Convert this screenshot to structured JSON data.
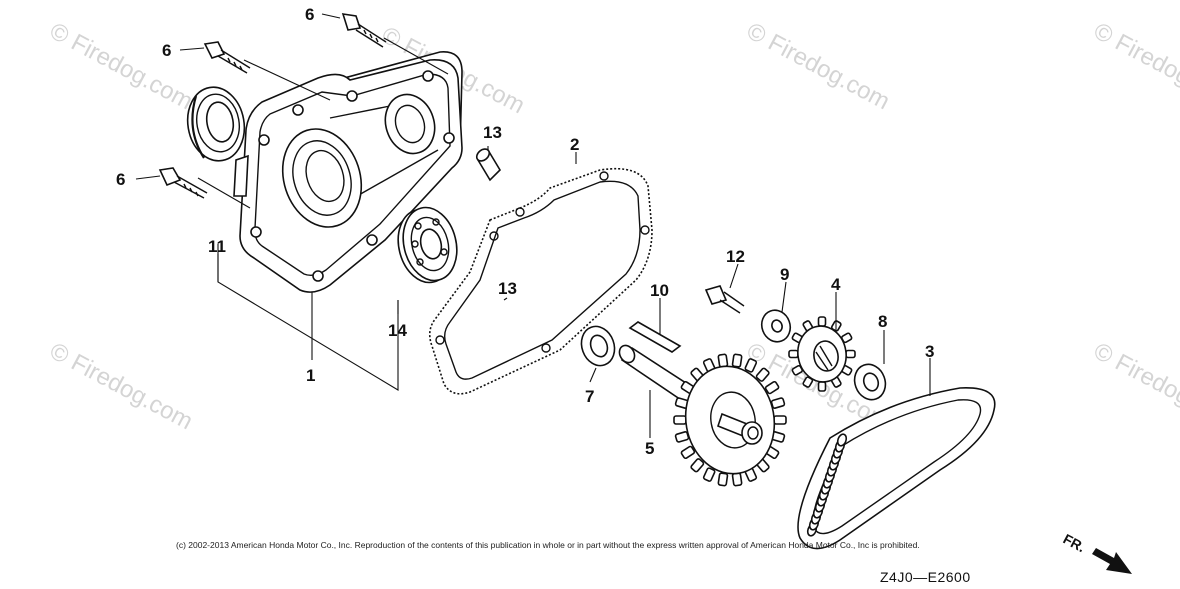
{
  "watermark": {
    "text": "© Firedog.com"
  },
  "callouts": {
    "c1": "1",
    "c2": "2",
    "c3": "3",
    "c4": "4",
    "c5": "5",
    "c6a": "6",
    "c6b": "6",
    "c6c": "6",
    "c7": "7",
    "c8": "8",
    "c9": "9",
    "c10": "10",
    "c11": "11",
    "c12": "12",
    "c13a": "13",
    "c13b": "13",
    "c14": "14"
  },
  "copyright": "(c) 2002-2013 American Honda Motor Co., Inc. Reproduction of the contents of this publication in whole or in part without the express written approval of American Honda Motor Co., Inc is prohibited.",
  "diagram_code": "Z4J0—E2600",
  "direction_label": "FR."
}
